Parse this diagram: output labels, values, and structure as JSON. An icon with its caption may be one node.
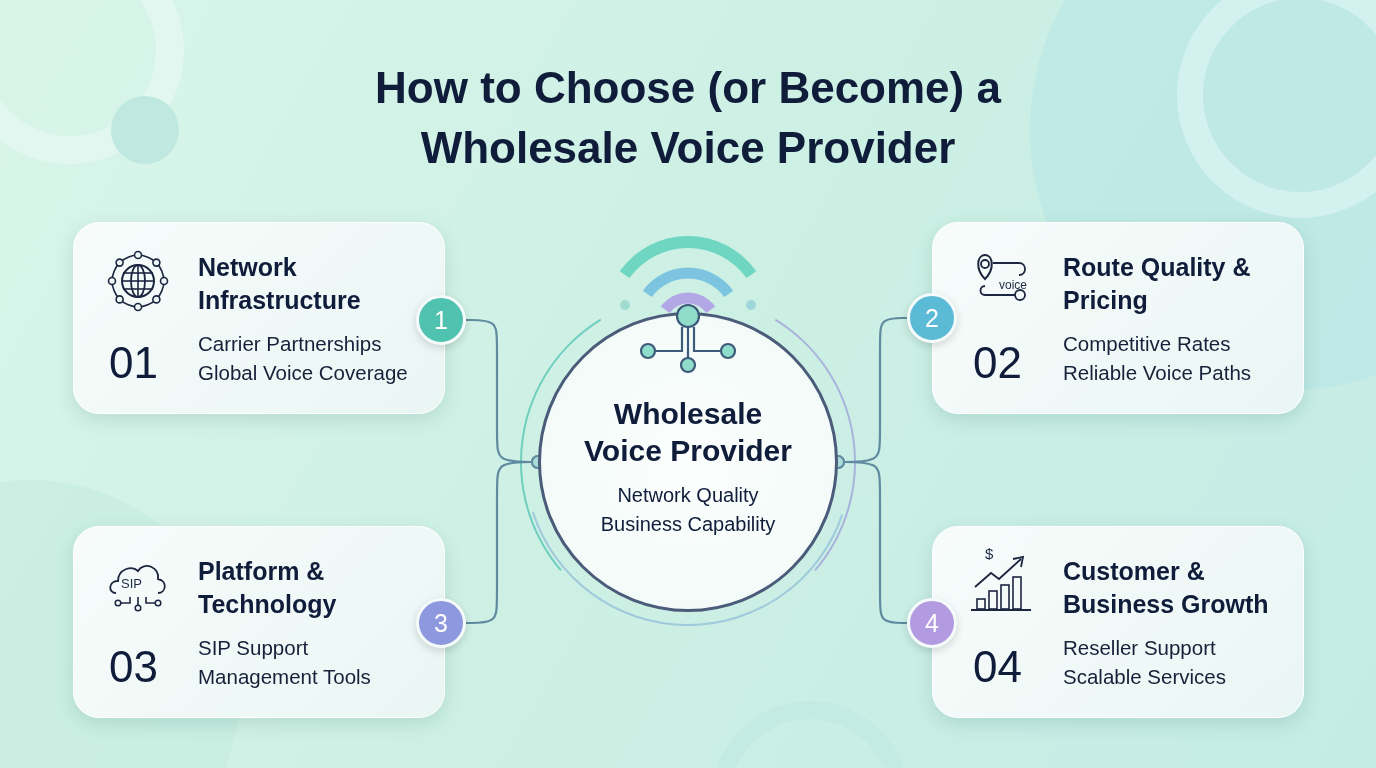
{
  "diagram": {
    "title": "How to Choose (or Become) a Wholesale Voice Provider",
    "nodes": [
      {
        "text": [
          "Network Infrastructure",
          "01",
          "Carrier Partnerships",
          "Global Voice Coverage"
        ]
      },
      {
        "text": [
          "1"
        ]
      },
      {
        "text": [
          "Route Quality & Pricing",
          "02",
          "Competitive Rates",
          "Reliable Voice Paths"
        ]
      },
      {
        "text": [
          "2"
        ]
      },
      {
        "text": [
          "Wholesale Voice Provider",
          "Network Quality",
          "Business Capability"
        ]
      },
      {
        "text": [
          "Platform & Technology",
          "03",
          "SIP Support",
          "Management Tools"
        ]
      },
      {
        "text": [
          "3"
        ]
      },
      {
        "text": [
          "Customer & Business Growth",
          "04",
          "Reseller Support",
          "Scalable Services"
        ]
      },
      {
        "text": [
          "4"
        ]
      }
    ],
    "edges": [
      {
        "from": 1,
        "to": 4,
        "arrow": "other"
      },
      {
        "from": 3,
        "to": 4,
        "arrow": "other"
      },
      {
        "from": 6,
        "to": 4,
        "arrow": "other"
      },
      {
        "from": 8,
        "to": 4,
        "arrow": "other"
      }
    ],
    "labels": [
      "voice",
      "SIP",
      "$"
    ]
  }
}
